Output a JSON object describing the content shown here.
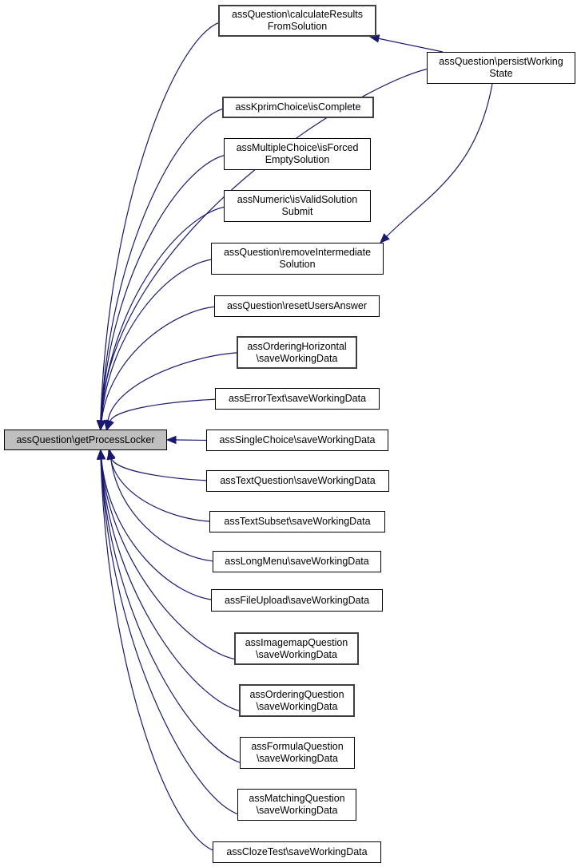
{
  "graph": {
    "type": "doxygen-caller-graph",
    "focus": {
      "id": "root",
      "lines": [
        "assQuestion\\getProcessLocker"
      ]
    },
    "edge_color": "#191970",
    "nodes": [
      {
        "id": "calc",
        "lines": [
          "assQuestion\\calculateResults",
          "FromSolution"
        ]
      },
      {
        "id": "persist",
        "lines": [
          "assQuestion\\persistWorking",
          "State"
        ]
      },
      {
        "id": "kprim",
        "lines": [
          "assKprimChoice\\isComplete"
        ]
      },
      {
        "id": "mc",
        "lines": [
          "assMultipleChoice\\isForced",
          "EmptySolution"
        ]
      },
      {
        "id": "num",
        "lines": [
          "assNumeric\\isValidSolution",
          "Submit"
        ]
      },
      {
        "id": "remove",
        "lines": [
          "assQuestion\\removeIntermediate",
          "Solution"
        ]
      },
      {
        "id": "reset",
        "lines": [
          "assQuestion\\resetUsersAnswer"
        ]
      },
      {
        "id": "ordh",
        "lines": [
          "assOrderingHorizontal",
          "\\saveWorkingData"
        ]
      },
      {
        "id": "err",
        "lines": [
          "assErrorText\\saveWorkingData"
        ]
      },
      {
        "id": "sc",
        "lines": [
          "assSingleChoice\\saveWorkingData"
        ]
      },
      {
        "id": "tq",
        "lines": [
          "assTextQuestion\\saveWorkingData"
        ]
      },
      {
        "id": "ts",
        "lines": [
          "assTextSubset\\saveWorkingData"
        ]
      },
      {
        "id": "lm",
        "lines": [
          "assLongMenu\\saveWorkingData"
        ]
      },
      {
        "id": "fu",
        "lines": [
          "assFileUpload\\saveWorkingData"
        ]
      },
      {
        "id": "im",
        "lines": [
          "assImagemapQuestion",
          "\\saveWorkingData"
        ]
      },
      {
        "id": "oq",
        "lines": [
          "assOrderingQuestion",
          "\\saveWorkingData"
        ]
      },
      {
        "id": "fq",
        "lines": [
          "assFormulaQuestion",
          "\\saveWorkingData"
        ]
      },
      {
        "id": "mq",
        "lines": [
          "assMatchingQuestion",
          "\\saveWorkingData"
        ]
      },
      {
        "id": "cz",
        "lines": [
          "assClozeTest\\saveWorkingData"
        ]
      }
    ],
    "edges": [
      {
        "from": "calc",
        "to": "root"
      },
      {
        "from": "persist",
        "to": "root"
      },
      {
        "from": "persist",
        "to": "calc"
      },
      {
        "from": "persist",
        "to": "remove"
      },
      {
        "from": "kprim",
        "to": "root"
      },
      {
        "from": "mc",
        "to": "root"
      },
      {
        "from": "num",
        "to": "root"
      },
      {
        "from": "remove",
        "to": "root"
      },
      {
        "from": "reset",
        "to": "root"
      },
      {
        "from": "ordh",
        "to": "root"
      },
      {
        "from": "err",
        "to": "root"
      },
      {
        "from": "sc",
        "to": "root"
      },
      {
        "from": "tq",
        "to": "root"
      },
      {
        "from": "ts",
        "to": "root"
      },
      {
        "from": "lm",
        "to": "root"
      },
      {
        "from": "fu",
        "to": "root"
      },
      {
        "from": "im",
        "to": "root"
      },
      {
        "from": "oq",
        "to": "root"
      },
      {
        "from": "fq",
        "to": "root"
      },
      {
        "from": "mq",
        "to": "root"
      },
      {
        "from": "cz",
        "to": "root"
      }
    ]
  }
}
